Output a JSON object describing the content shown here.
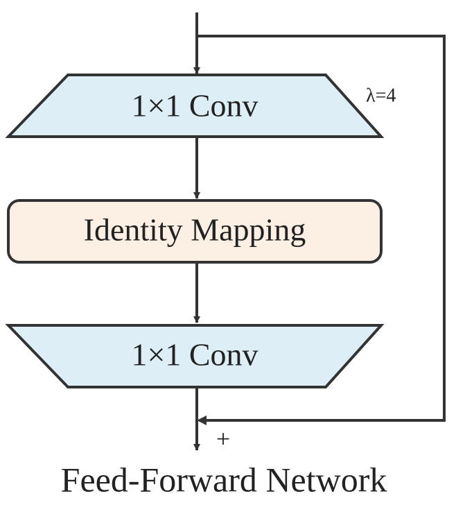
{
  "diagram": {
    "nodes": {
      "conv_expand": {
        "label": "1×1 Conv"
      },
      "identity": {
        "label": "Identity Mapping"
      },
      "conv_reduce": {
        "label": "1×1 Conv"
      }
    },
    "expansion_ratio_label": "λ=4",
    "sum_label": "+",
    "caption": "Feed-Forward Network",
    "colors": {
      "conv_fill": "#deeef7",
      "identity_fill": "#fcefe3",
      "stroke": "#333333",
      "text": "#222222"
    }
  }
}
